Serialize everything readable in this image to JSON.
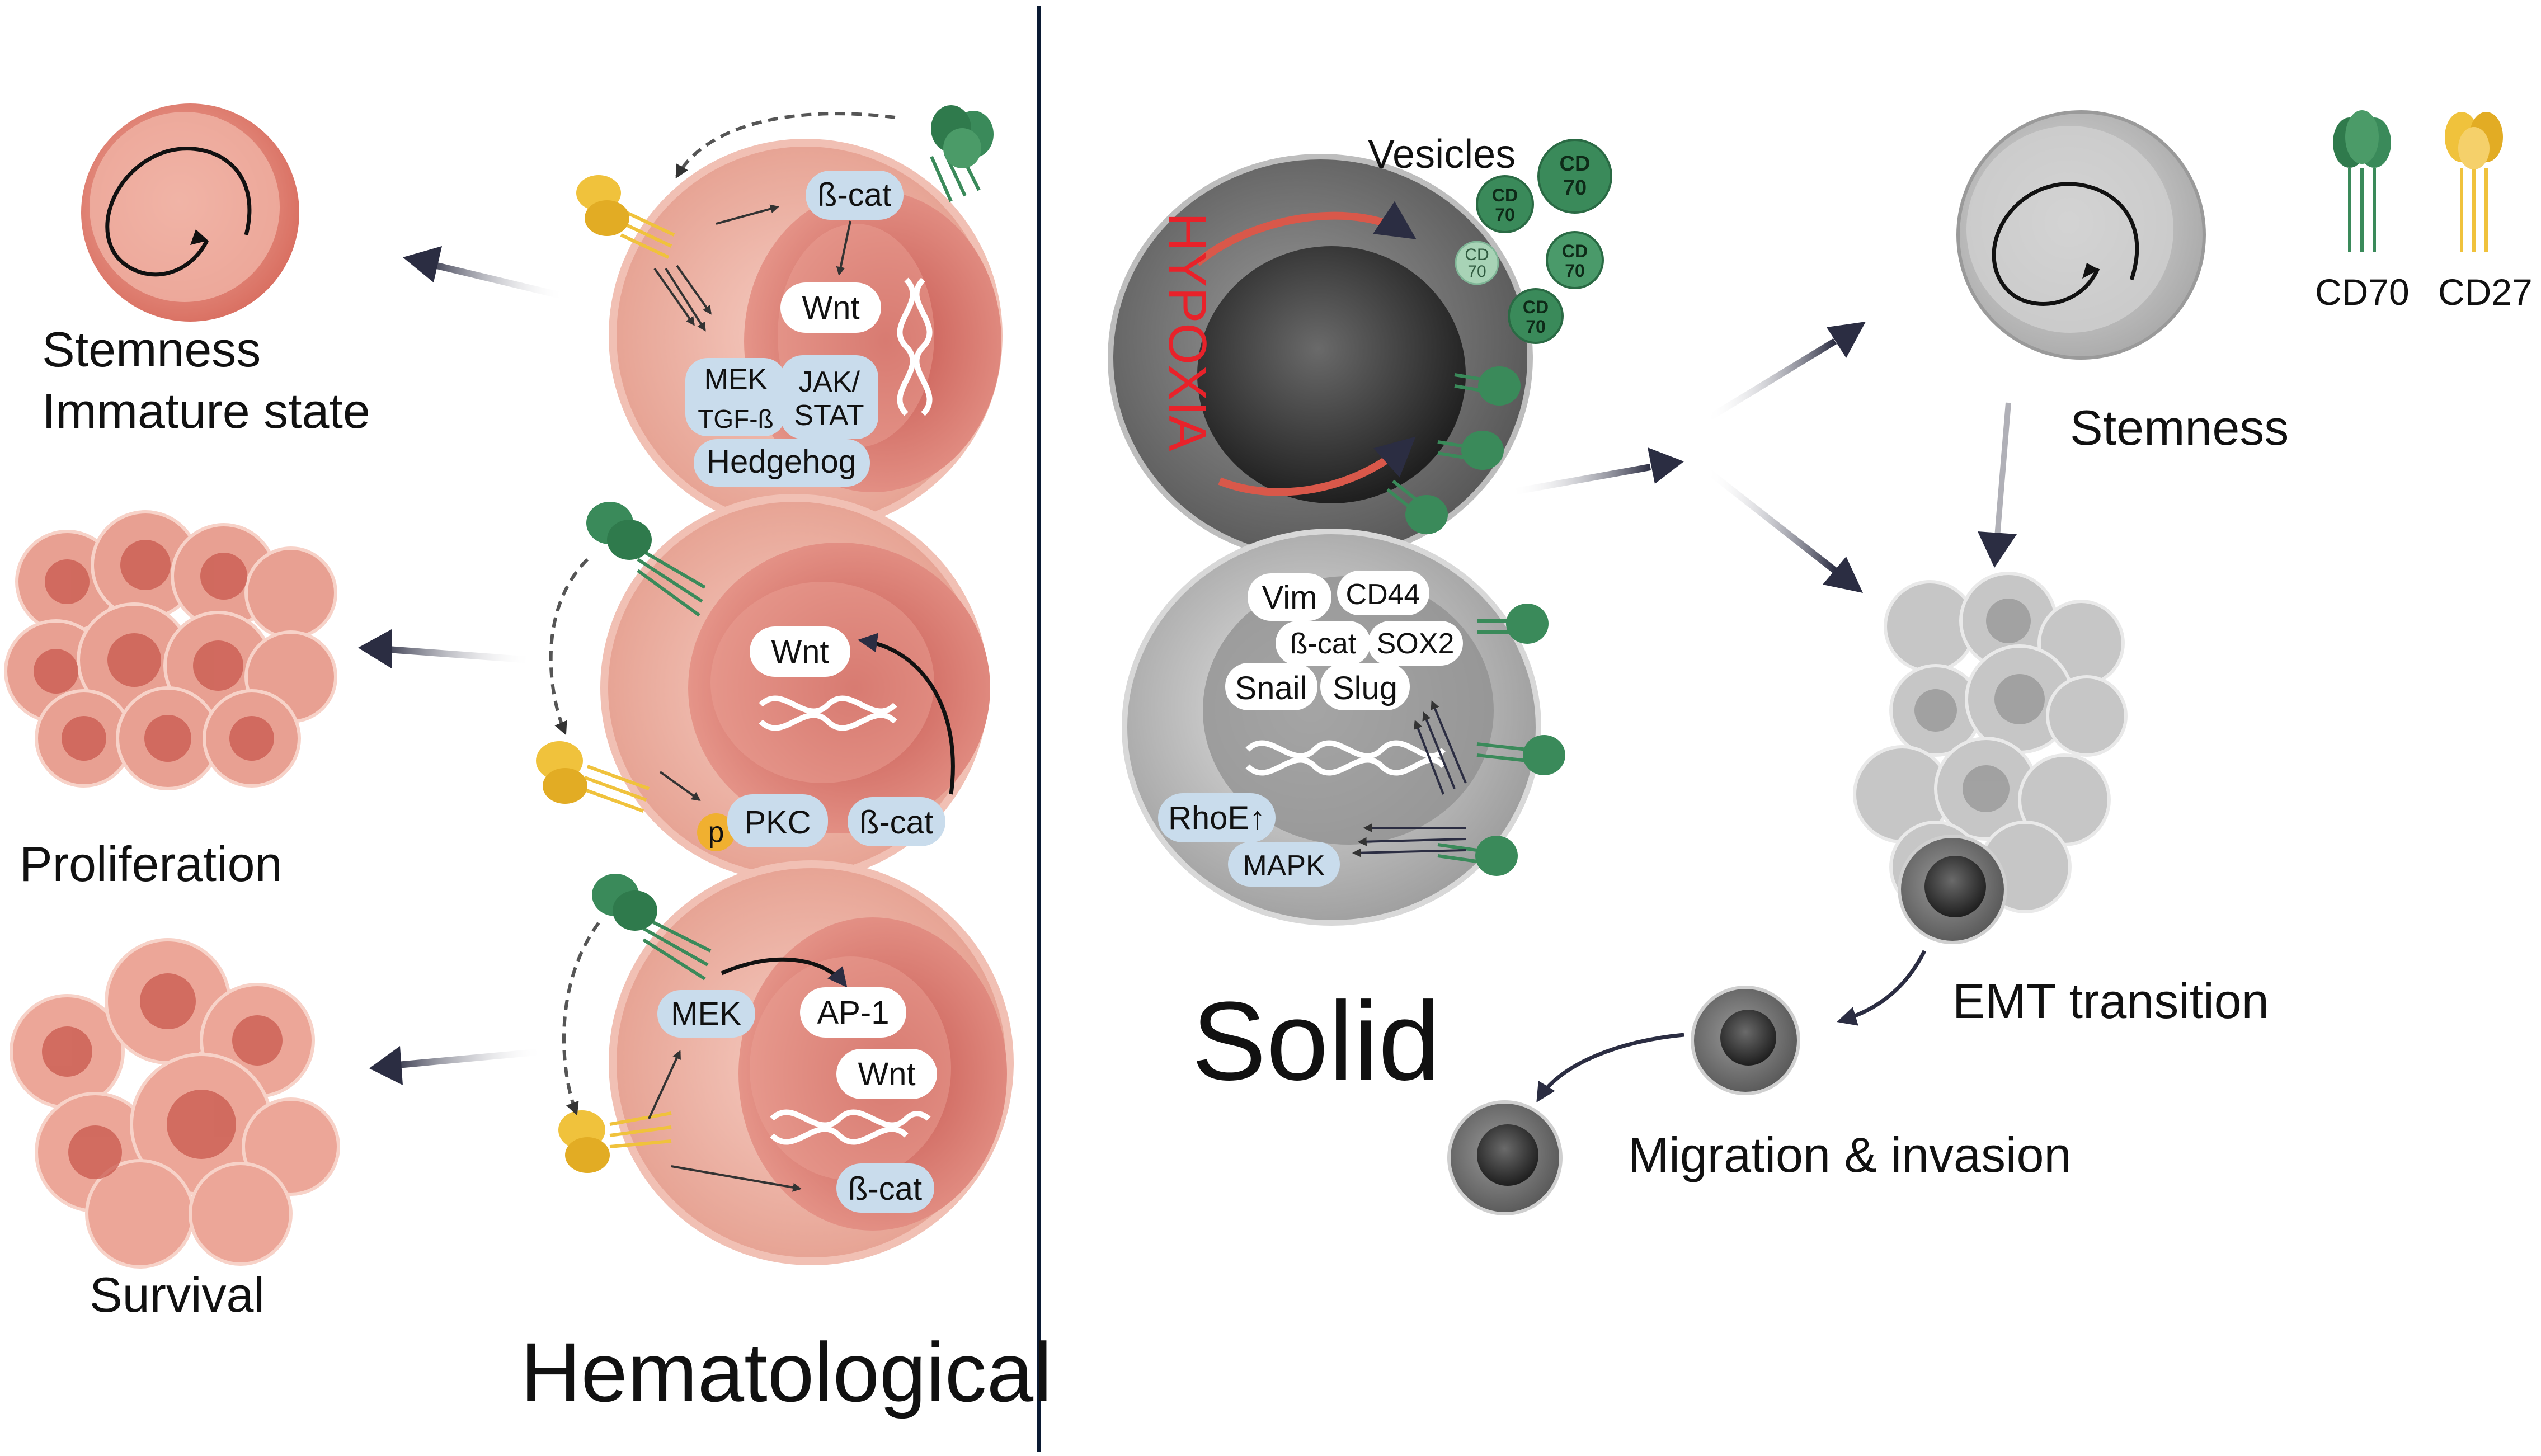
{
  "hematological": {
    "title": "Hematological",
    "outcomes": {
      "stemness_line1": "Stemness",
      "stemness_line2": "Immature state",
      "proliferation": "Proliferation",
      "survival": "Survival"
    },
    "cell1": {
      "beta_cat": "ß-cat",
      "wnt": "Wnt",
      "mek": "MEK",
      "jak_line1": "JAK/",
      "jak_line2": "STAT",
      "tgf": "TGF-ß",
      "hedgehog": "Hedgehog"
    },
    "cell2": {
      "wnt": "Wnt",
      "pkc": "PKC",
      "p": "p",
      "beta_cat": "ß-cat"
    },
    "cell3": {
      "mek": "MEK",
      "ap1": "AP-1",
      "wnt": "Wnt",
      "beta_cat": "ß-cat"
    }
  },
  "solid": {
    "title": "Solid",
    "hypoxia": "HYPOXIA",
    "vesicles_label": "Vesicles",
    "vesicle_cd": "CD",
    "vesicle_70": "70",
    "cell_markers": {
      "vim": "Vim",
      "cd44": "CD44",
      "beta_cat": "ß-cat",
      "sox2": "SOX2",
      "snail": "Snail",
      "slug": "Slug",
      "rhoe": "RhoE↑",
      "mapk": "MAPK"
    },
    "outcomes": {
      "stemness": "Stemness",
      "emt": "EMT transition",
      "migration": "Migration & invasion"
    }
  },
  "legend": {
    "cd70": "CD70",
    "cd27": "CD27"
  },
  "colors": {
    "cd70_green": "#3a8a5a",
    "cd27_yellow": "#f0c23c",
    "heme_cell": "#ecaea0",
    "heme_nucleus": "#d9776e",
    "pathway_pill": "#c9dcec",
    "divider": "#0b1a33",
    "hypoxia_red": "#e8222a"
  }
}
